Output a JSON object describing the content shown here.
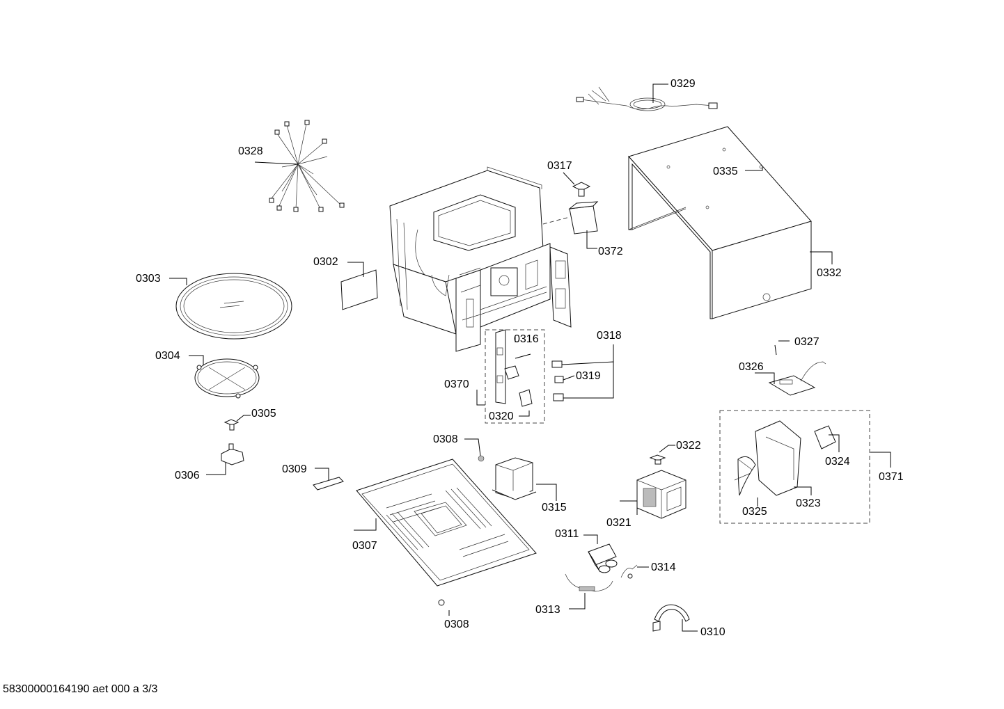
{
  "labels": {
    "p0302": "0302",
    "p0303": "0303",
    "p0304": "0304",
    "p0305": "0305",
    "p0306": "0306",
    "p0307": "0307",
    "p0308a": "0308",
    "p0308b": "0308",
    "p0309": "0309",
    "p0310": "0310",
    "p0311": "0311",
    "p0313": "0313",
    "p0314": "0314",
    "p0315": "0315",
    "p0316": "0316",
    "p0317": "0317",
    "p0318": "0318",
    "p0319": "0319",
    "p0320": "0320",
    "p0321": "0321",
    "p0322": "0322",
    "p0323": "0323",
    "p0324": "0324",
    "p0325": "0325",
    "p0326": "0326",
    "p0327": "0327",
    "p0328": "0328",
    "p0329": "0329",
    "p0332": "0332",
    "p0335": "0335",
    "p0370": "0370",
    "p0371": "0371",
    "p0372": "0372"
  },
  "footer": {
    "reference": "58300000164190 aet 000 a 3/3"
  }
}
